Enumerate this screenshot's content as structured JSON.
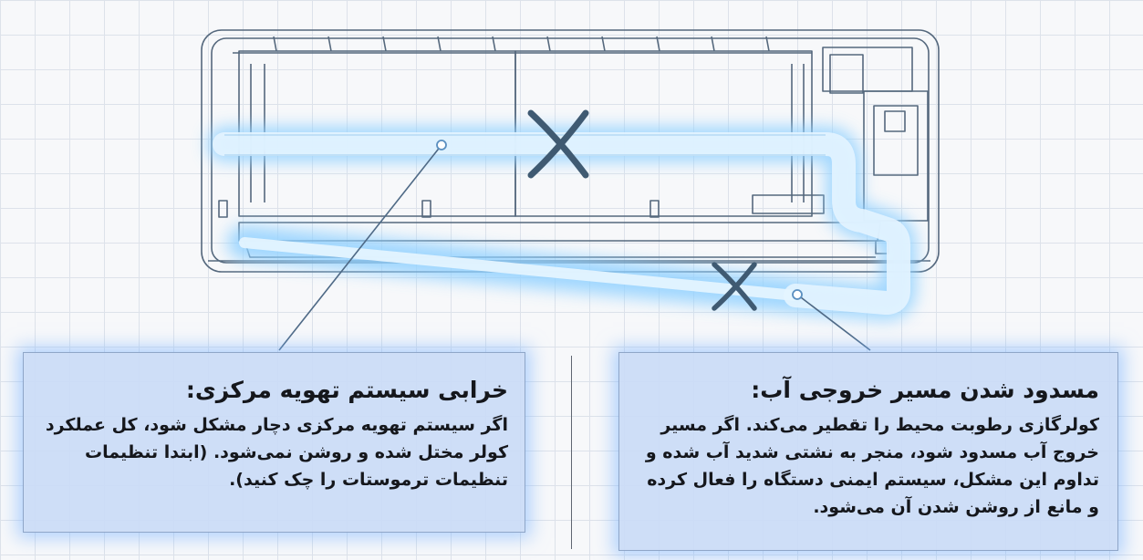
{
  "callouts": [
    {
      "title": "خرابی سیستم تهویه مرکزی:",
      "body": "اگر سیستم تهویه مرکزی دچار مشکل شود، کل عملکرد کولر مختل شده و روشن نمی‌شود. (ابتدا تنظیمات تنظیمات ترموستات را چک کنید)."
    },
    {
      "title": "مسدود شدن مسیر خروجی آب:",
      "body": "کولرگازی رطوبت محیط را تقطیر می‌کند. اگر مسیر خروج آب مسدود شود، منجر به نشتی شدید آب شده و تداوم این مشکل، سیستم ایمنی دستگاه را فعال کرده و مانع از روشن شدن آن می‌شود."
    }
  ],
  "markers": [
    {
      "symbol": "X",
      "meaning": "blocked"
    },
    {
      "symbol": "X",
      "meaning": "blocked"
    }
  ],
  "colors": {
    "grid": "#dde2ea",
    "unit_outline": "#55687d",
    "pipe_glow": "#8fd0ff",
    "pipe_core": "#e4f4ff",
    "panel_fill": "#cadbf6",
    "marker": "#3f5a72"
  }
}
